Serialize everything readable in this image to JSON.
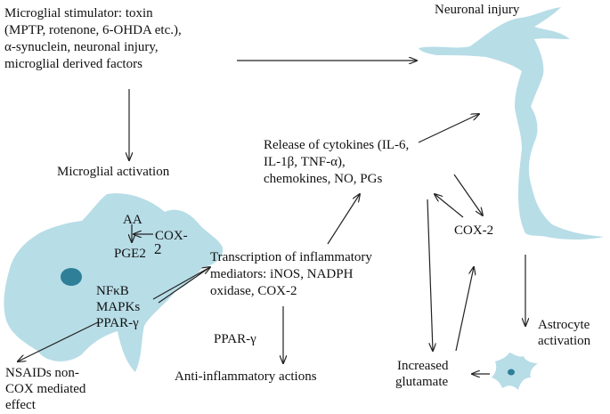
{
  "colors": {
    "cell_fill": "#b7dde7",
    "nucleus": "#2e7f97",
    "arrow": "#222222"
  },
  "labels": {
    "stimulator": [
      "Microglial stimulator: toxin",
      "(MPTP, rotenone, 6-OHDA etc.),",
      "α-synuclein, neuronal injury,",
      "microglial derived factors"
    ],
    "neuronal_injury": "Neuronal injury",
    "microglial_activation": "Microglial activation",
    "release": [
      "Release of cytokines (IL-6,",
      "IL-1β, TNF-α),",
      "chemokines, NO, PGs"
    ],
    "aa": "AA",
    "cox": "COX-",
    "pge2": "PGE2",
    "pge2_sup": "2",
    "nfkb": "NFκB",
    "mapks": "MAPKs",
    "ppar": "PPAR-γ",
    "transcription": [
      "Transcription of inflammatory",
      "mediators: iNOS, NADPH",
      "oxidase, COX-2"
    ],
    "cox2": "COX-2",
    "ppar_gamma": "PPAR-γ",
    "anti_inflammatory": "Anti-inflammatory actions",
    "astrocyte": [
      "Astrocyte",
      "activation"
    ],
    "nsaids": [
      "NSAIDs non-",
      "COX mediated",
      "effect"
    ],
    "glutamate": [
      "Increased",
      "glutamate"
    ]
  }
}
